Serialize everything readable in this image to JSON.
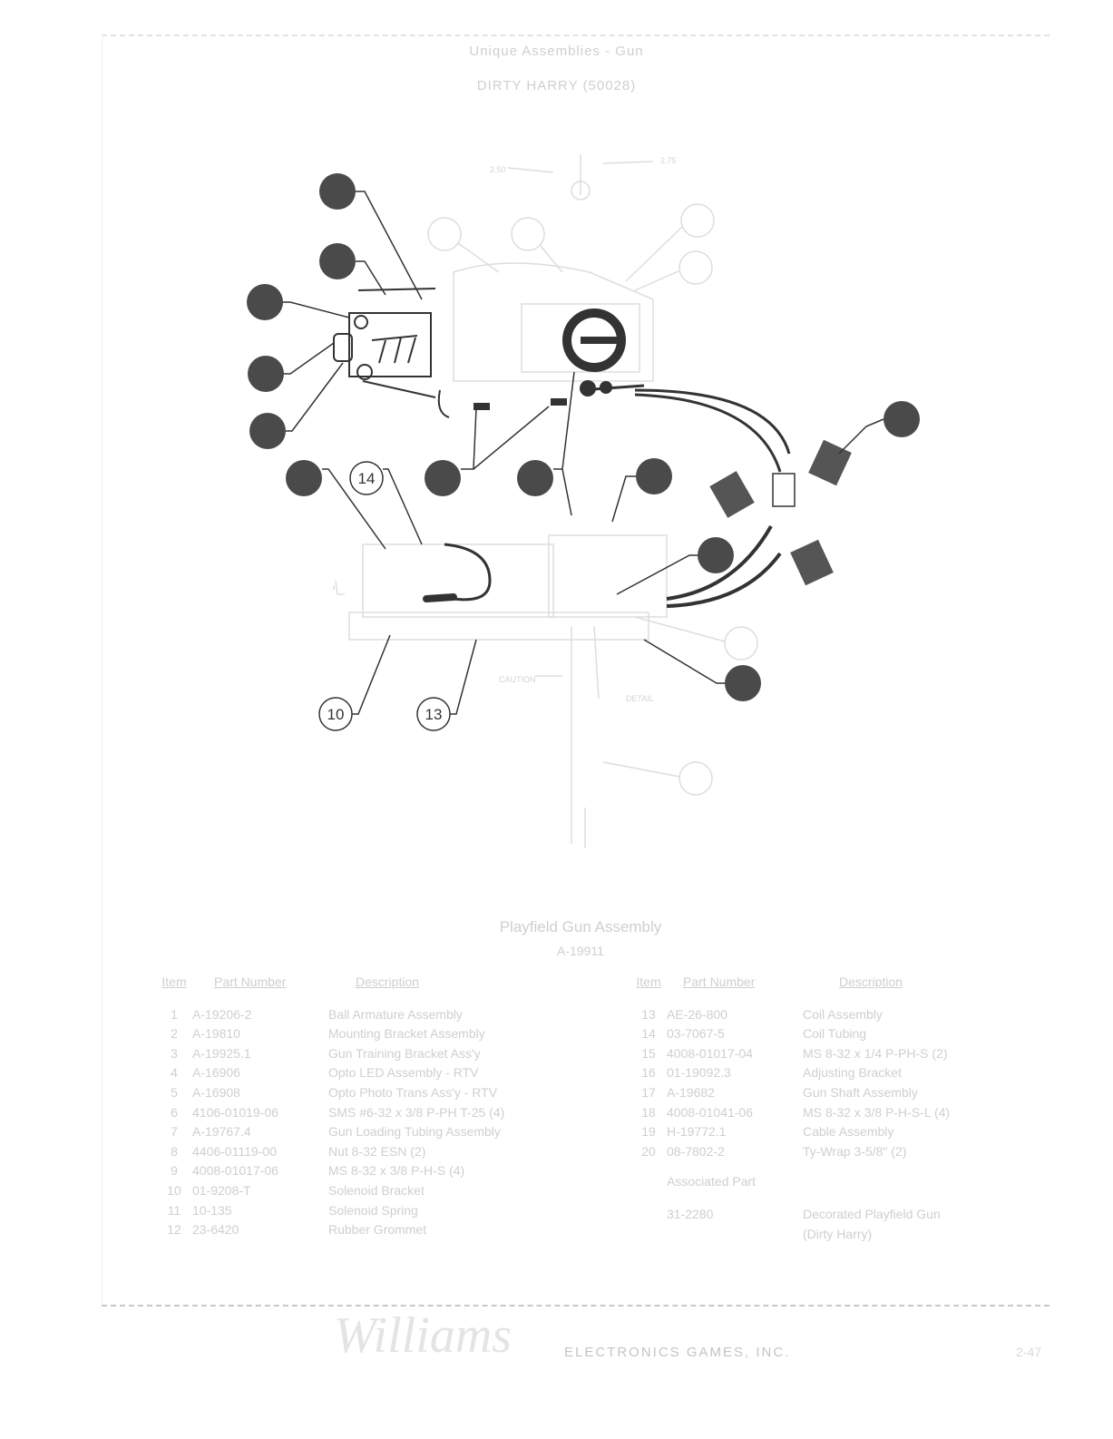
{
  "header": {
    "section_title": "Unique Assemblies - Gun",
    "game_title": "DIRTY HARRY (50028)"
  },
  "diagram": {
    "callouts_visible": [
      "14",
      "10",
      "13"
    ],
    "labels": {
      "top_left": "2.50",
      "top_right": "2.75",
      "bottom_left": "CAUTION",
      "bottom_right": "DETAIL"
    }
  },
  "assembly": {
    "name": "Playfield Gun Assembly",
    "number": "A-19911"
  },
  "parts_table": {
    "headers": {
      "item": "Item",
      "part": "Part Number",
      "desc": "Description"
    },
    "left": [
      {
        "item": "1",
        "part": "A-19206-2",
        "desc": "Ball Armature Assembly"
      },
      {
        "item": "2",
        "part": "A-19810",
        "desc": "Mounting Bracket Assembly"
      },
      {
        "item": "3",
        "part": "A-19925.1",
        "desc": "Gun Training Bracket Ass'y"
      },
      {
        "item": "4",
        "part": "A-16906",
        "desc": "Opto LED Assembly - RTV"
      },
      {
        "item": "5",
        "part": "A-16908",
        "desc": "Opto Photo Trans Ass'y - RTV"
      },
      {
        "item": "6",
        "part": "4106-01019-06",
        "desc": "SMS #6-32 x 3/8 P-PH T-25 (4)"
      },
      {
        "item": "7",
        "part": "A-19767.4",
        "desc": "Gun Loading Tubing Assembly"
      },
      {
        "item": "8",
        "part": "4406-01119-00",
        "desc": "Nut 8-32 ESN (2)"
      },
      {
        "item": "9",
        "part": "4008-01017-06",
        "desc": "MS 8-32 x 3/8 P-H-S (4)"
      },
      {
        "item": "10",
        "part": "01-9208-T",
        "desc": "Solenoid Bracket"
      },
      {
        "item": "11",
        "part": "10-135",
        "desc": "Solenoid Spring"
      },
      {
        "item": "12",
        "part": "23-6420",
        "desc": "Rubber Grommet"
      }
    ],
    "right": [
      {
        "item": "13",
        "part": "AE-26-800",
        "desc": "Coil Assembly"
      },
      {
        "item": "14",
        "part": "03-7067-5",
        "desc": "Coil Tubing"
      },
      {
        "item": "15",
        "part": "4008-01017-04",
        "desc": "MS 8-32 x 1/4 P-PH-S (2)"
      },
      {
        "item": "16",
        "part": "01-19092.3",
        "desc": "Adjusting Bracket"
      },
      {
        "item": "17",
        "part": "A-19682",
        "desc": "Gun Shaft Assembly"
      },
      {
        "item": "18",
        "part": "4008-01041-06",
        "desc": "MS 8-32 x 3/8 P-H-S-L (4)"
      },
      {
        "item": "19",
        "part": "H-19772.1",
        "desc": "Cable Assembly"
      },
      {
        "item": "20",
        "part": "08-7802-2",
        "desc": "Ty-Wrap 3-5/8\" (2)"
      }
    ],
    "associated_label": "Associated Part",
    "associated": {
      "part": "31-2280",
      "desc": "Decorated Playfield Gun",
      "desc2": "(Dirty Harry)"
    }
  },
  "footer": {
    "logo": "Williams",
    "company": "ELECTRONICS GAMES, INC.",
    "page": "2-47"
  },
  "colors": {
    "ink": "#333333",
    "faint": "#d0d0d0"
  }
}
